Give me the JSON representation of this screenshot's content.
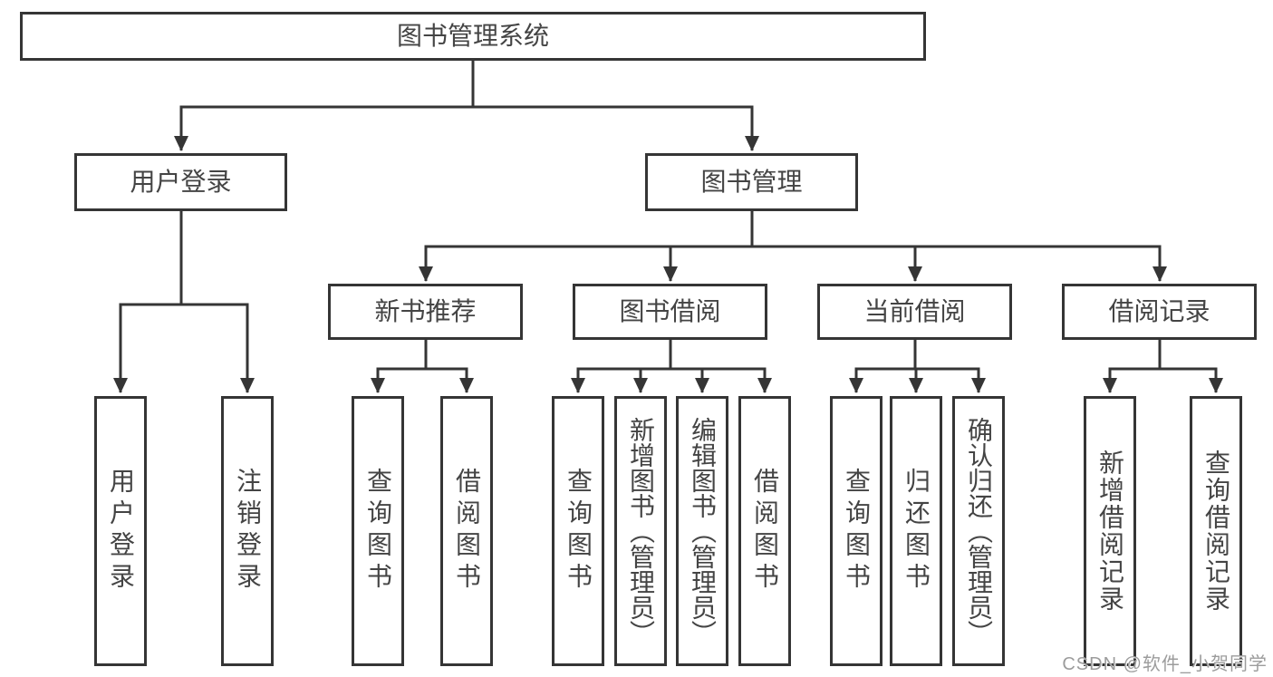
{
  "diagram": {
    "root": {
      "label": "图书管理系统"
    },
    "login": {
      "label": "用户登录",
      "children": [
        {
          "label": "用户登录"
        },
        {
          "label": "注销登录"
        }
      ]
    },
    "management": {
      "label": "图书管理",
      "groups": [
        {
          "label": "新书推荐",
          "children": [
            {
              "label": "查询图书"
            },
            {
              "label": "借阅图书"
            }
          ]
        },
        {
          "label": "图书借阅",
          "children": [
            {
              "label": "查询图书"
            },
            {
              "label": "新增图书（管理员）"
            },
            {
              "label": "编辑图书（管理员）"
            },
            {
              "label": "借阅图书"
            }
          ]
        },
        {
          "label": "当前借阅",
          "children": [
            {
              "label": "查询图书"
            },
            {
              "label": "归还图书"
            },
            {
              "label": "确认归还（管理员）"
            }
          ]
        },
        {
          "label": "借阅记录",
          "children": [
            {
              "label": "新增借阅记录"
            },
            {
              "label": "查询借阅记录"
            }
          ]
        }
      ]
    },
    "colors": {
      "line": "#353535",
      "text": "#444444",
      "watermark": "#9c9c9c"
    },
    "watermark": "CSDN @软件_小贺同学"
  }
}
